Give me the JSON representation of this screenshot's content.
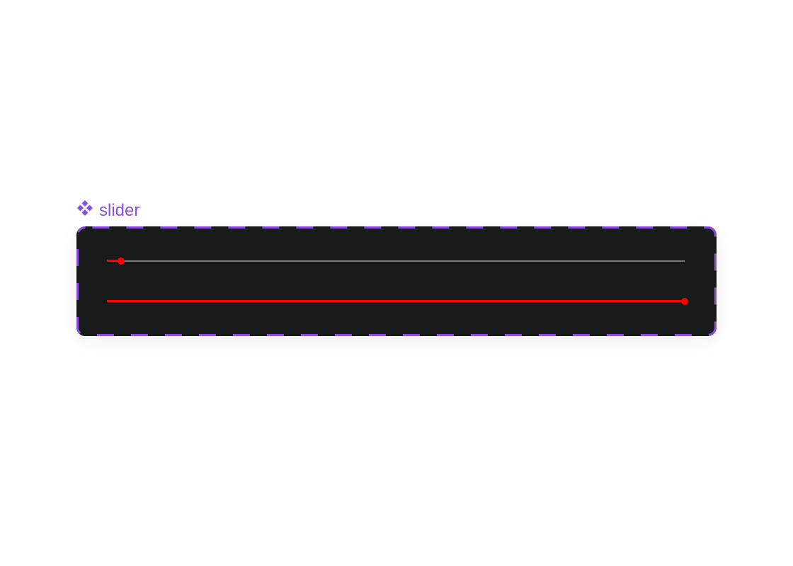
{
  "component": {
    "label": "slider",
    "icon": "component-diamond-icon",
    "accent_color": "#8a4fe0"
  },
  "sliders": [
    {
      "value_percent": 2.5,
      "fill_color": "#ff0000",
      "track_color": "#7a7a7a"
    },
    {
      "value_percent": 100,
      "fill_color": "#ff0000",
      "track_color": "#7a7a7a"
    }
  ]
}
